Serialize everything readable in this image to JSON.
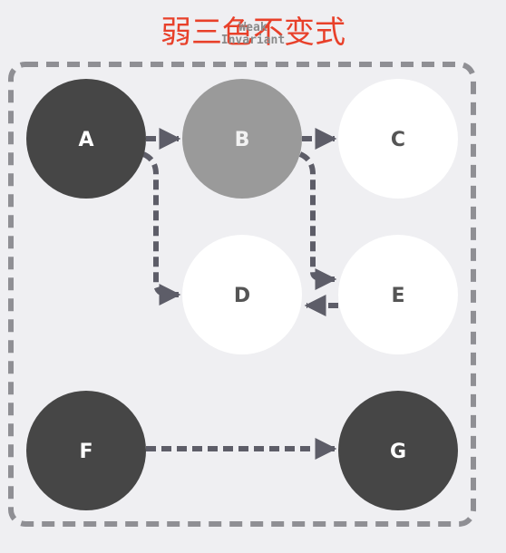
{
  "title": "弱三色不变式",
  "subtitle_lines": [
    "Weak",
    "Invariant"
  ],
  "colors": {
    "background": "#efeff2",
    "title": "#e8402a",
    "edge": "#5d5d68",
    "border": "#8f8f94",
    "black": "#464646",
    "grey": "#9a9a9a",
    "white": "#ffffff",
    "label_on_dark": "#ffffff",
    "label_on_grey": "#f2f2f2",
    "label_on_white": "#555555"
  },
  "nodes": [
    {
      "id": "A",
      "label": "A",
      "color": "black"
    },
    {
      "id": "B",
      "label": "B",
      "color": "grey"
    },
    {
      "id": "C",
      "label": "C",
      "color": "white"
    },
    {
      "id": "D",
      "label": "D",
      "color": "white"
    },
    {
      "id": "E",
      "label": "E",
      "color": "white"
    },
    {
      "id": "F",
      "label": "F",
      "color": "black"
    },
    {
      "id": "G",
      "label": "G",
      "color": "black"
    }
  ],
  "edges": [
    {
      "from": "A",
      "to": "B"
    },
    {
      "from": "A",
      "to": "D"
    },
    {
      "from": "B",
      "to": "C"
    },
    {
      "from": "B",
      "to": "E"
    },
    {
      "from": "E",
      "to": "D"
    },
    {
      "from": "F",
      "to": "G"
    }
  ]
}
